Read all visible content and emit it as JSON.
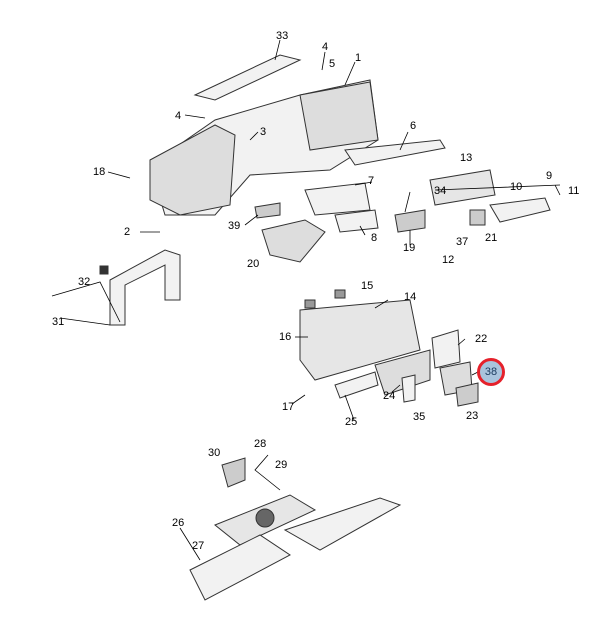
{
  "diagram": {
    "title": "Instrument panel parts exploded view",
    "highlight_color": "#e5212b",
    "highlighted_callout": "38",
    "callouts": [
      "33",
      "4",
      "5",
      "1",
      "4",
      "3",
      "6",
      "13",
      "9",
      "18",
      "7",
      "34",
      "10",
      "11",
      "2",
      "39",
      "8",
      "19",
      "37",
      "21",
      "12",
      "20",
      "32",
      "15",
      "14",
      "31",
      "16",
      "22",
      "38",
      "17",
      "25",
      "24",
      "35",
      "23",
      "30",
      "28",
      "29",
      "26",
      "27"
    ]
  }
}
